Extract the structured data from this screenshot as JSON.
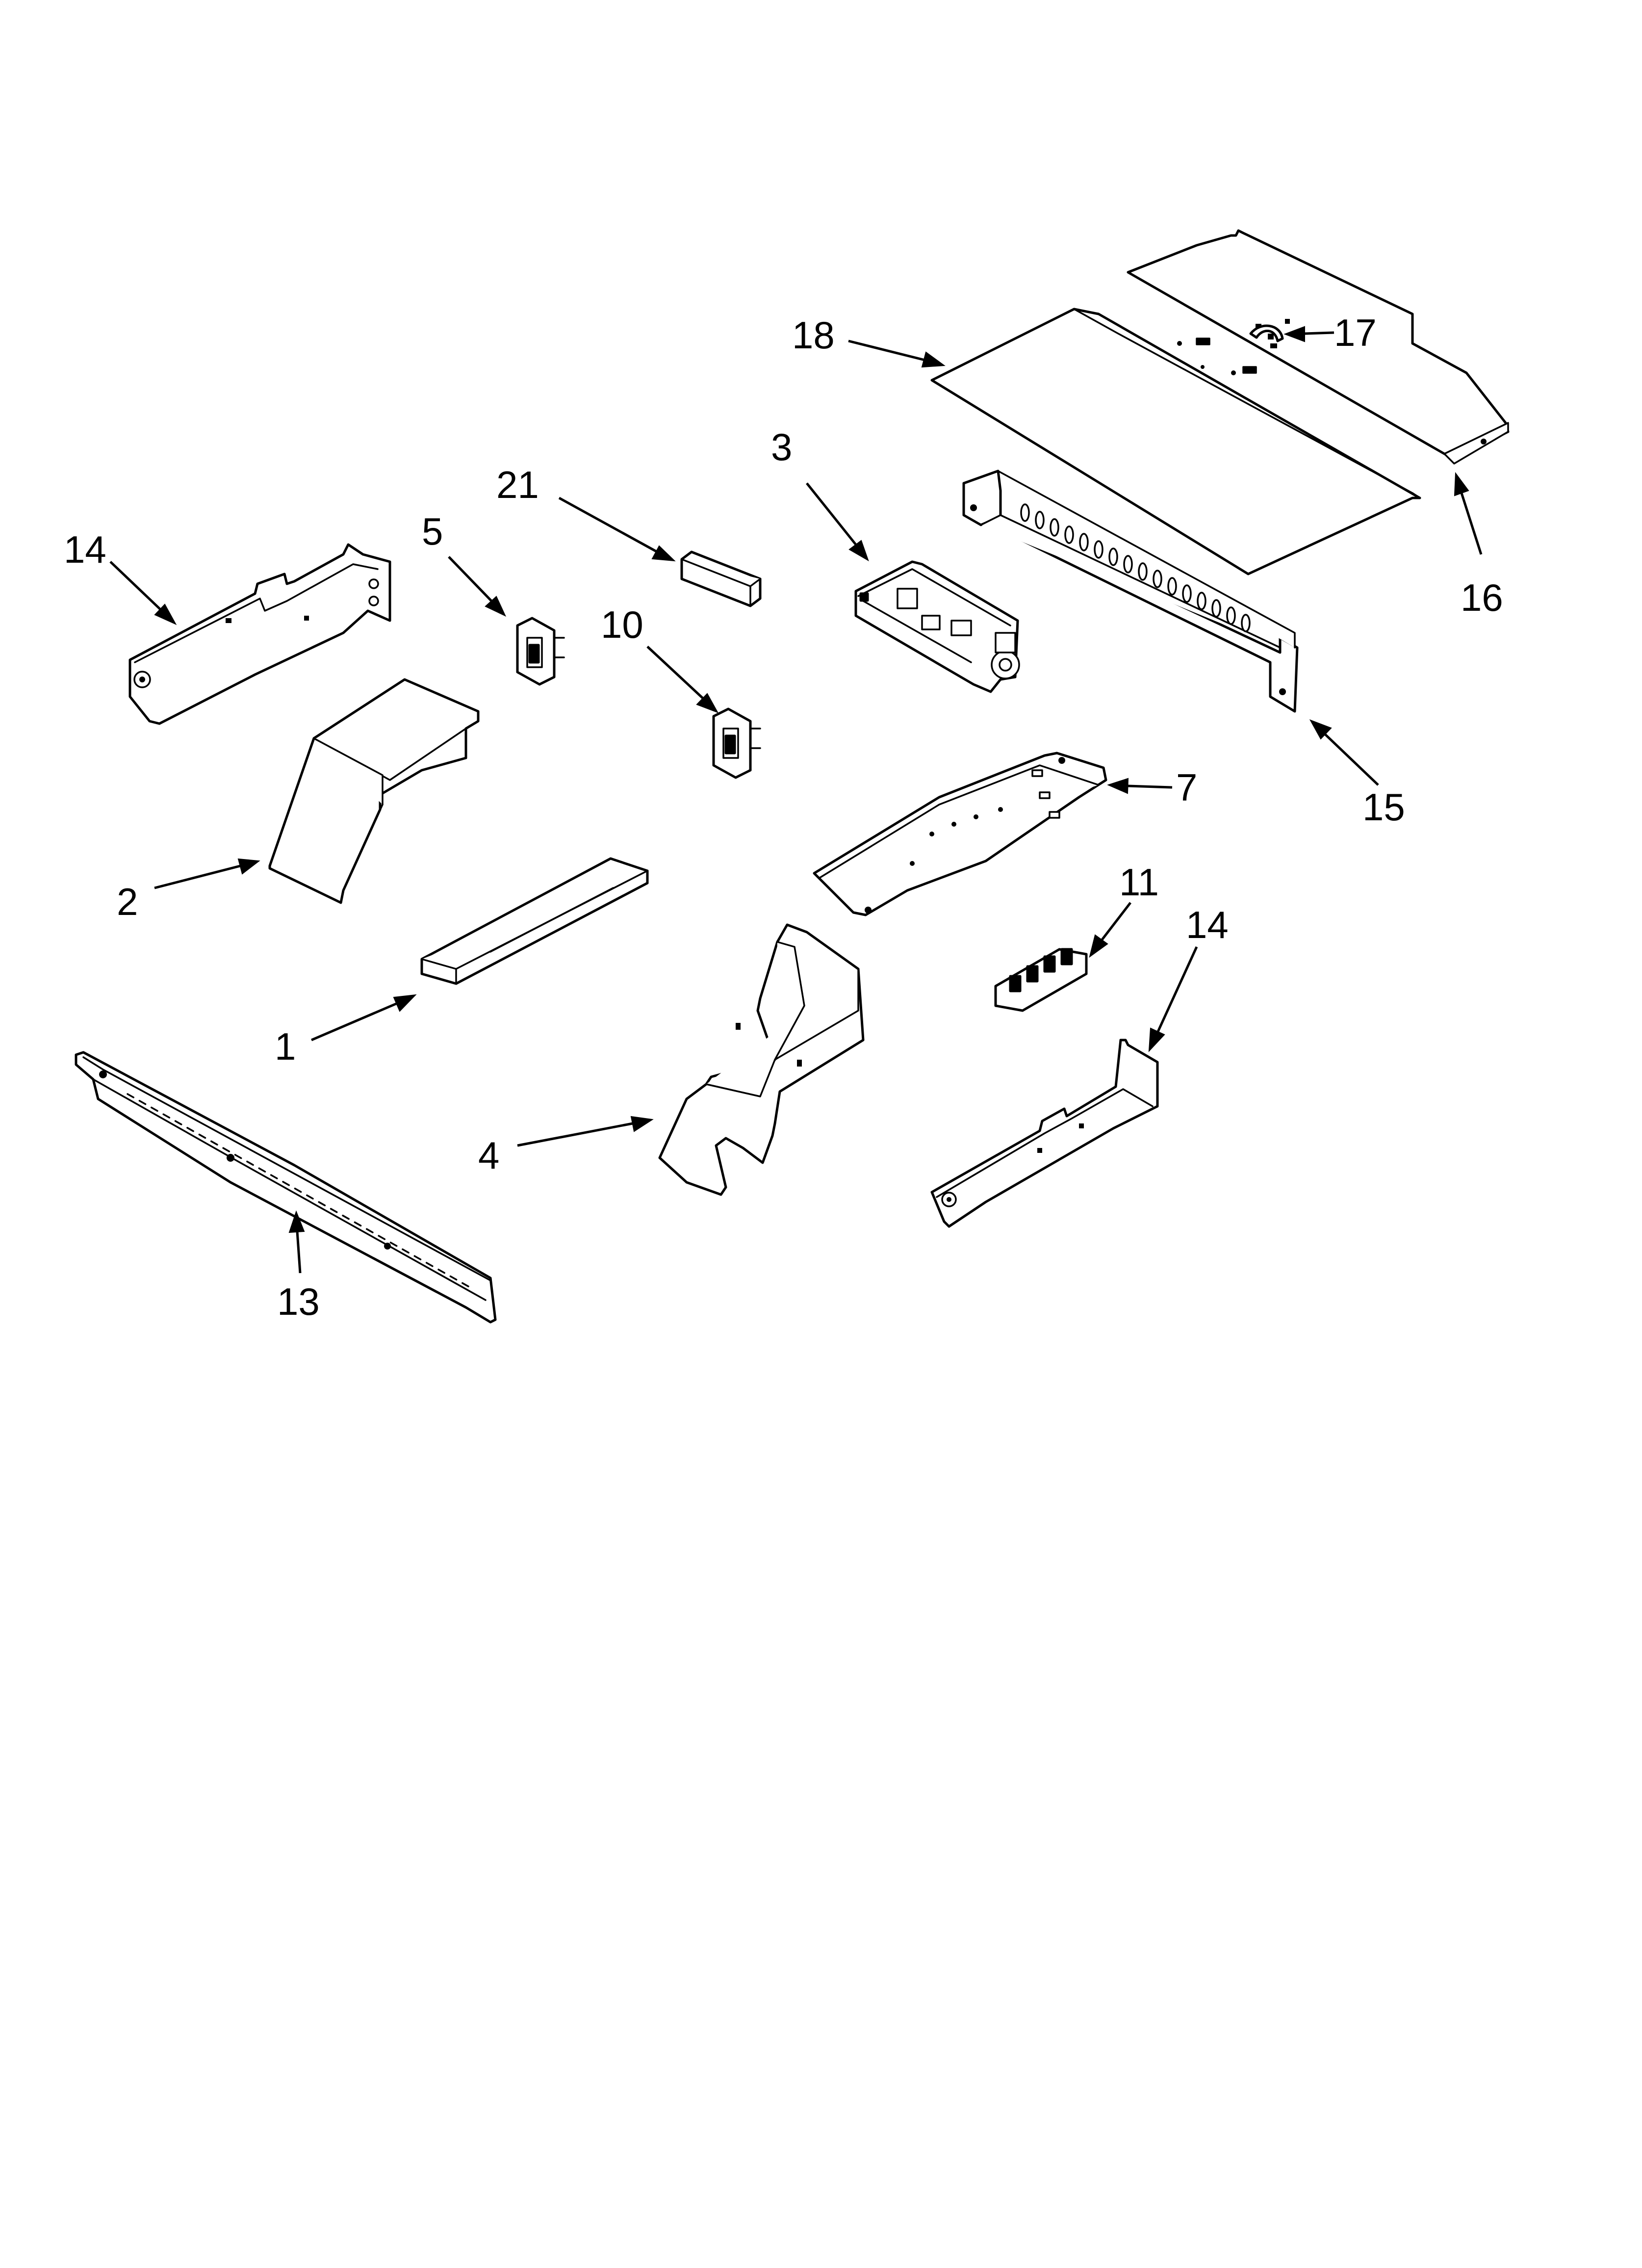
{
  "diagram": {
    "callouts": [
      {
        "label": "18"
      },
      {
        "label": "17"
      },
      {
        "label": "16"
      },
      {
        "label": "3"
      },
      {
        "label": "21"
      },
      {
        "label": "14"
      },
      {
        "label": "5"
      },
      {
        "label": "10"
      },
      {
        "label": "15"
      },
      {
        "label": "7"
      },
      {
        "label": "2"
      },
      {
        "label": "11"
      },
      {
        "label": "14"
      },
      {
        "label": "1"
      },
      {
        "label": "4"
      },
      {
        "label": "13"
      }
    ]
  }
}
